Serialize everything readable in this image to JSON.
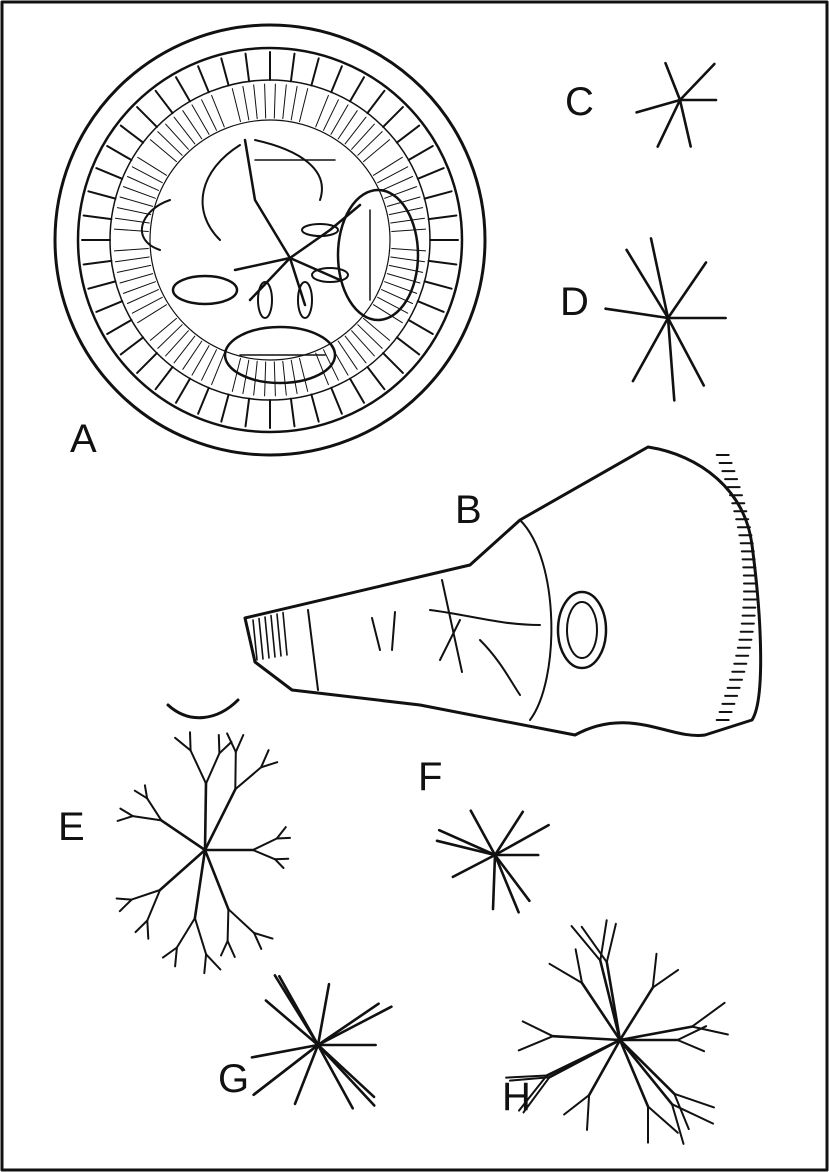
{
  "panels": [
    {
      "id": "A",
      "label": "A"
    },
    {
      "id": "B",
      "label": "B"
    },
    {
      "id": "C",
      "label": "C"
    },
    {
      "id": "D",
      "label": "D"
    },
    {
      "id": "E",
      "label": "E"
    },
    {
      "id": "F",
      "label": "F"
    },
    {
      "id": "G",
      "label": "G"
    },
    {
      "id": "H",
      "label": "H"
    }
  ],
  "colors": {
    "ink": "#111111",
    "paper": "#ffffff"
  }
}
